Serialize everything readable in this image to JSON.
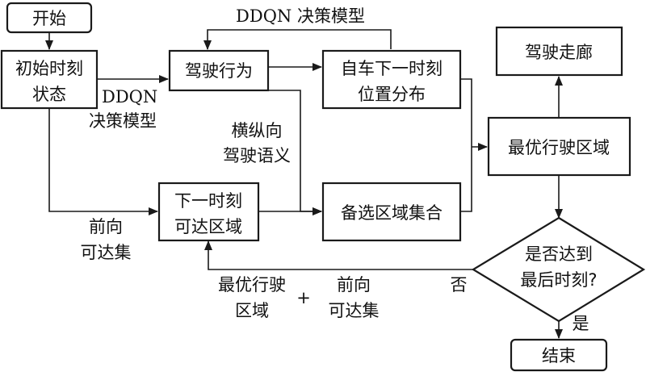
{
  "nodes": {
    "start": "开始",
    "initial_state": [
      "初始时刻",
      "状态"
    ],
    "driving_behavior": "驾驶行为",
    "ego_position": [
      "自车下一时刻",
      "位置分布"
    ],
    "next_reachable": [
      "下一时刻",
      "可达区域"
    ],
    "candidate_set": "备选区域集合",
    "optimal_region": "最优行驶区域",
    "driving_corridor": "驾驶走廊",
    "decision": [
      "是否达到",
      "最后时刻?"
    ],
    "end": "结束"
  },
  "labels": {
    "ddqn_top": "DDQN 决策模型",
    "ddqn_left": [
      "DDQN",
      "决策模型"
    ],
    "semantics": [
      "横纵向",
      "驾驶语义"
    ],
    "forward_reachable": [
      "前向",
      "可达集"
    ],
    "feedback_left": [
      "最优行驶",
      "区域"
    ],
    "plus": "+",
    "feedback_right": [
      "前向",
      "可达集"
    ],
    "no": "否",
    "yes": "是"
  }
}
